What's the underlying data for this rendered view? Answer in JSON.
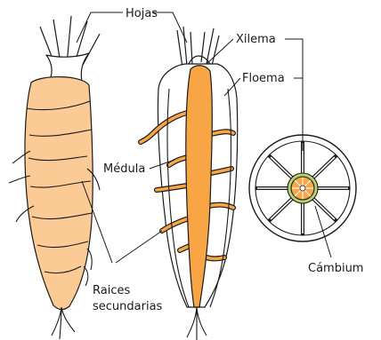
{
  "labels": {
    "hojas": "Hojas",
    "xilema": "Xilema",
    "floema": "Floema",
    "medula": "Médula",
    "raices_line1": "Raices",
    "raices_line2": "secundarias",
    "cambium": "Cámbium"
  },
  "colors": {
    "carrot_fill": "#fccb95",
    "xylem_core": "#f7a545",
    "phloem_fill": "#ffffff",
    "cambium_ring": "#b9d36a",
    "outline": "#1a1a1a"
  }
}
